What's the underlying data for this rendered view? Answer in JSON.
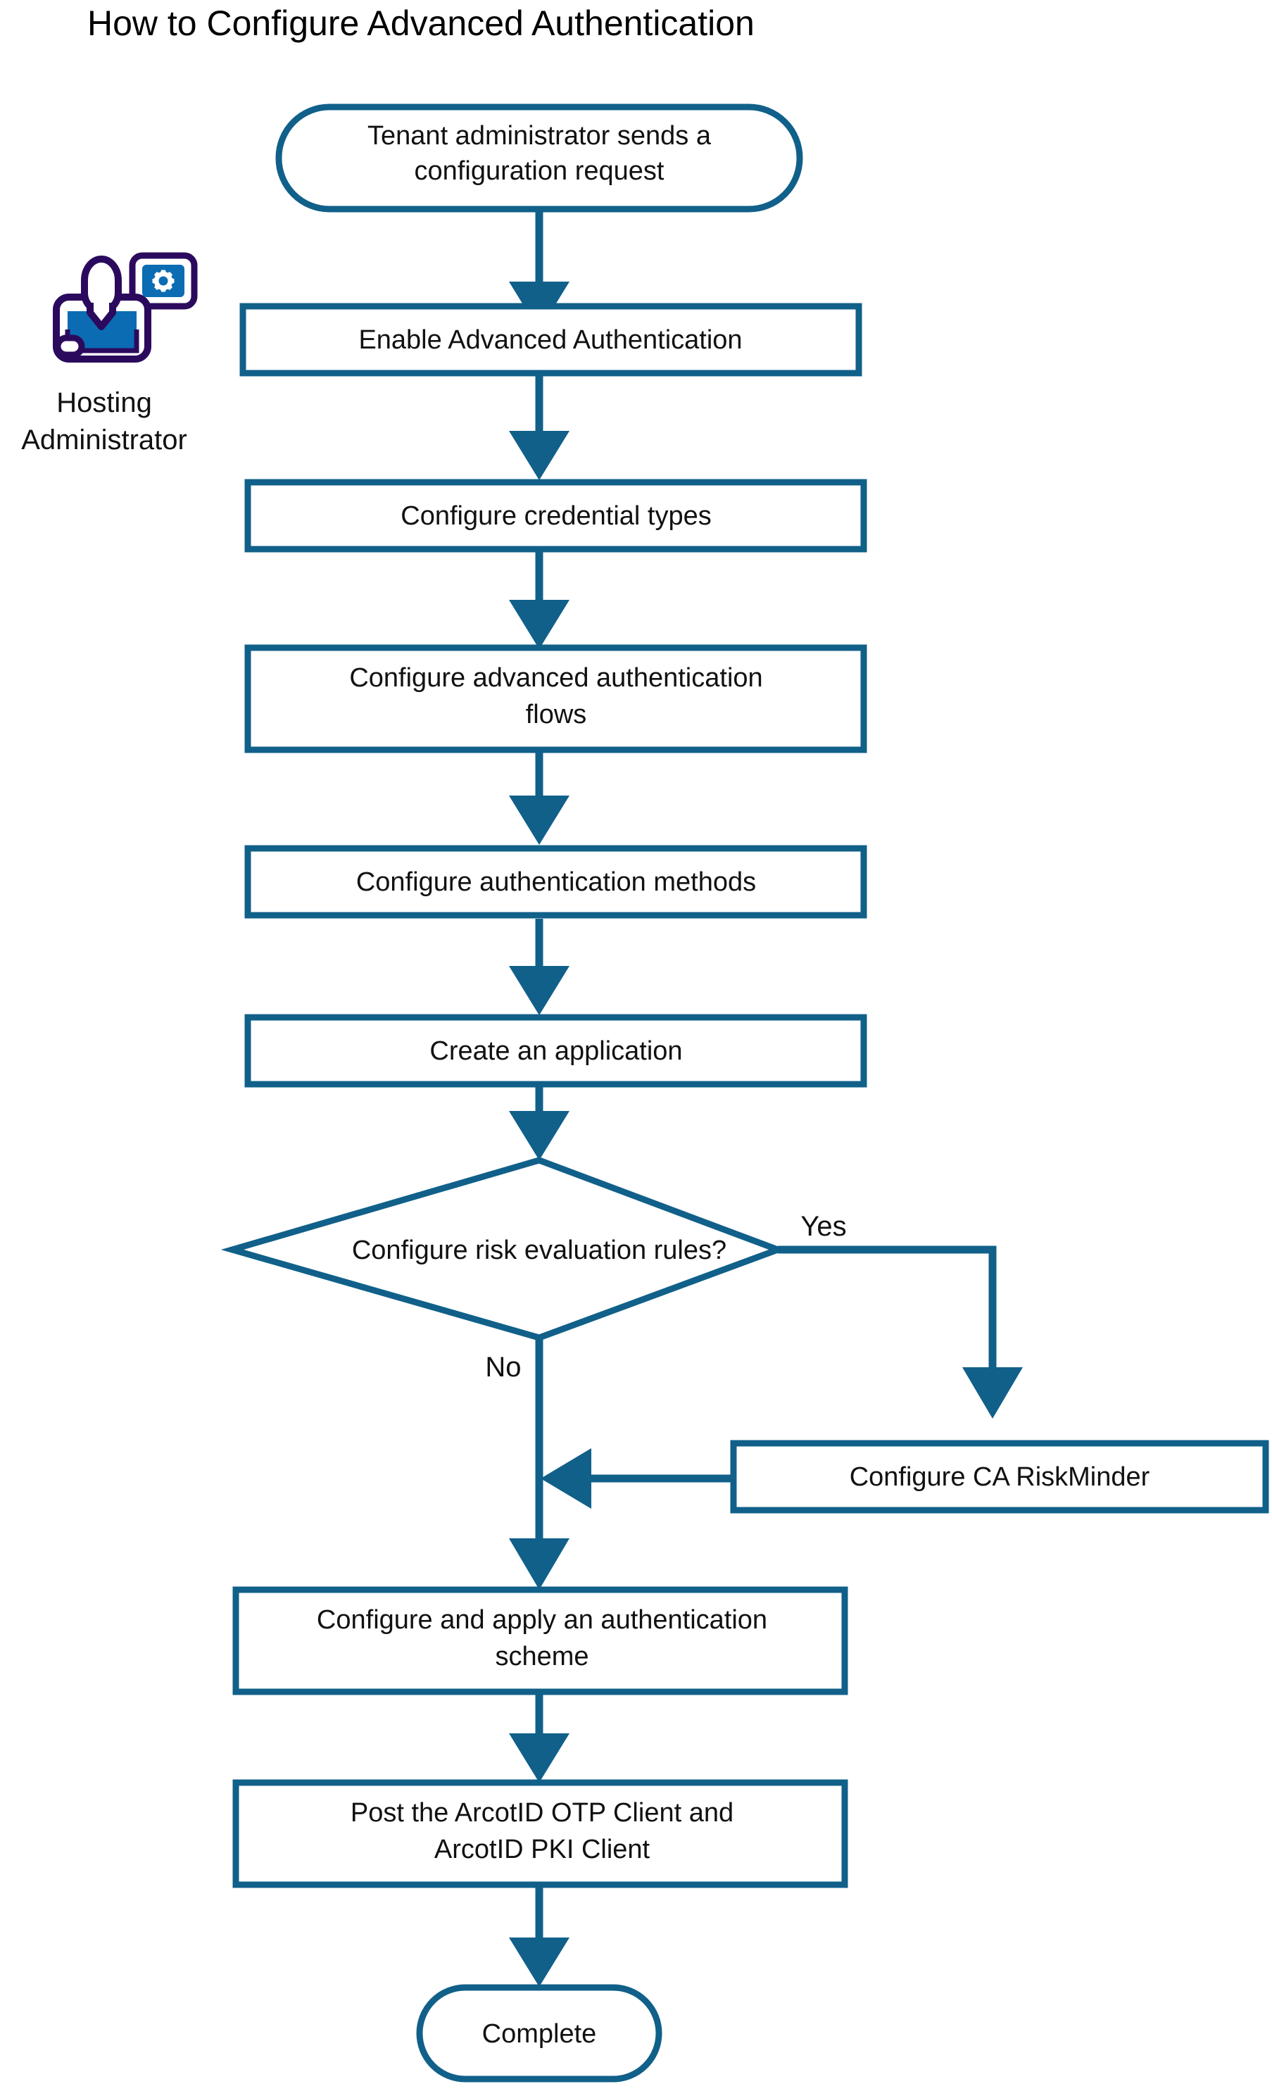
{
  "title": "How to Configure Advanced Authentication",
  "colors": {
    "line": "#10608A",
    "node_border": "#10608A",
    "node_fill": "#FFFFFF",
    "text": "#111111",
    "icon_outline": "#2B0A5E",
    "icon_blue": "#0B6CB3",
    "background": "#FFFFFF"
  },
  "actor": {
    "icon": "hosting-administrator-icon",
    "label_line1": "Hosting",
    "label_line2": "Administrator"
  },
  "chart_data": {
    "type": "flowchart",
    "title": "How to Configure Advanced Authentication",
    "orientation": "top-to-bottom",
    "nodes": [
      {
        "id": "start",
        "shape": "terminator",
        "label": "Tenant administrator sends a configuration request",
        "lines": [
          "Tenant administrator sends a",
          "configuration request"
        ]
      },
      {
        "id": "enable",
        "shape": "process",
        "label": "Enable Advanced Authentication",
        "lines": [
          "Enable Advanced Authentication"
        ]
      },
      {
        "id": "cred",
        "shape": "process",
        "label": "Configure credential types",
        "lines": [
          "Configure credential types"
        ]
      },
      {
        "id": "flows",
        "shape": "process",
        "label": "Configure advanced authentication flows",
        "lines": [
          "Configure advanced authentication",
          "flows"
        ]
      },
      {
        "id": "methods",
        "shape": "process",
        "label": "Configure authentication methods",
        "lines": [
          "Configure authentication methods"
        ]
      },
      {
        "id": "app",
        "shape": "process",
        "label": "Create an application",
        "lines": [
          "Create an application"
        ]
      },
      {
        "id": "risk",
        "shape": "decision",
        "label": "Configure risk evaluation rules?",
        "lines": [
          "Configure risk evaluation rules?"
        ]
      },
      {
        "id": "riskminder",
        "shape": "process",
        "label": "Configure CA RiskMinder",
        "lines": [
          "Configure CA RiskMinder"
        ]
      },
      {
        "id": "scheme",
        "shape": "process",
        "label": "Configure and apply an authentication scheme",
        "lines": [
          "Configure and apply an authentication",
          "scheme"
        ]
      },
      {
        "id": "post",
        "shape": "process",
        "label": "Post the ArcotID OTP Client and ArcotID PKI Client",
        "lines": [
          "Post the ArcotID OTP Client and",
          "ArcotID PKI Client"
        ]
      },
      {
        "id": "complete",
        "shape": "terminator",
        "label": "Complete",
        "lines": [
          "Complete"
        ]
      }
    ],
    "edges": [
      {
        "from": "start",
        "to": "enable",
        "label": ""
      },
      {
        "from": "enable",
        "to": "cred",
        "label": ""
      },
      {
        "from": "cred",
        "to": "flows",
        "label": ""
      },
      {
        "from": "flows",
        "to": "methods",
        "label": ""
      },
      {
        "from": "methods",
        "to": "app",
        "label": ""
      },
      {
        "from": "app",
        "to": "risk",
        "label": ""
      },
      {
        "from": "risk",
        "to": "riskminder",
        "label": "Yes"
      },
      {
        "from": "risk",
        "to": "scheme",
        "label": "No"
      },
      {
        "from": "riskminder",
        "to": "scheme",
        "label": ""
      },
      {
        "from": "scheme",
        "to": "post",
        "label": ""
      },
      {
        "from": "post",
        "to": "complete",
        "label": ""
      }
    ],
    "branch_labels": {
      "yes": "Yes",
      "no": "No"
    }
  }
}
